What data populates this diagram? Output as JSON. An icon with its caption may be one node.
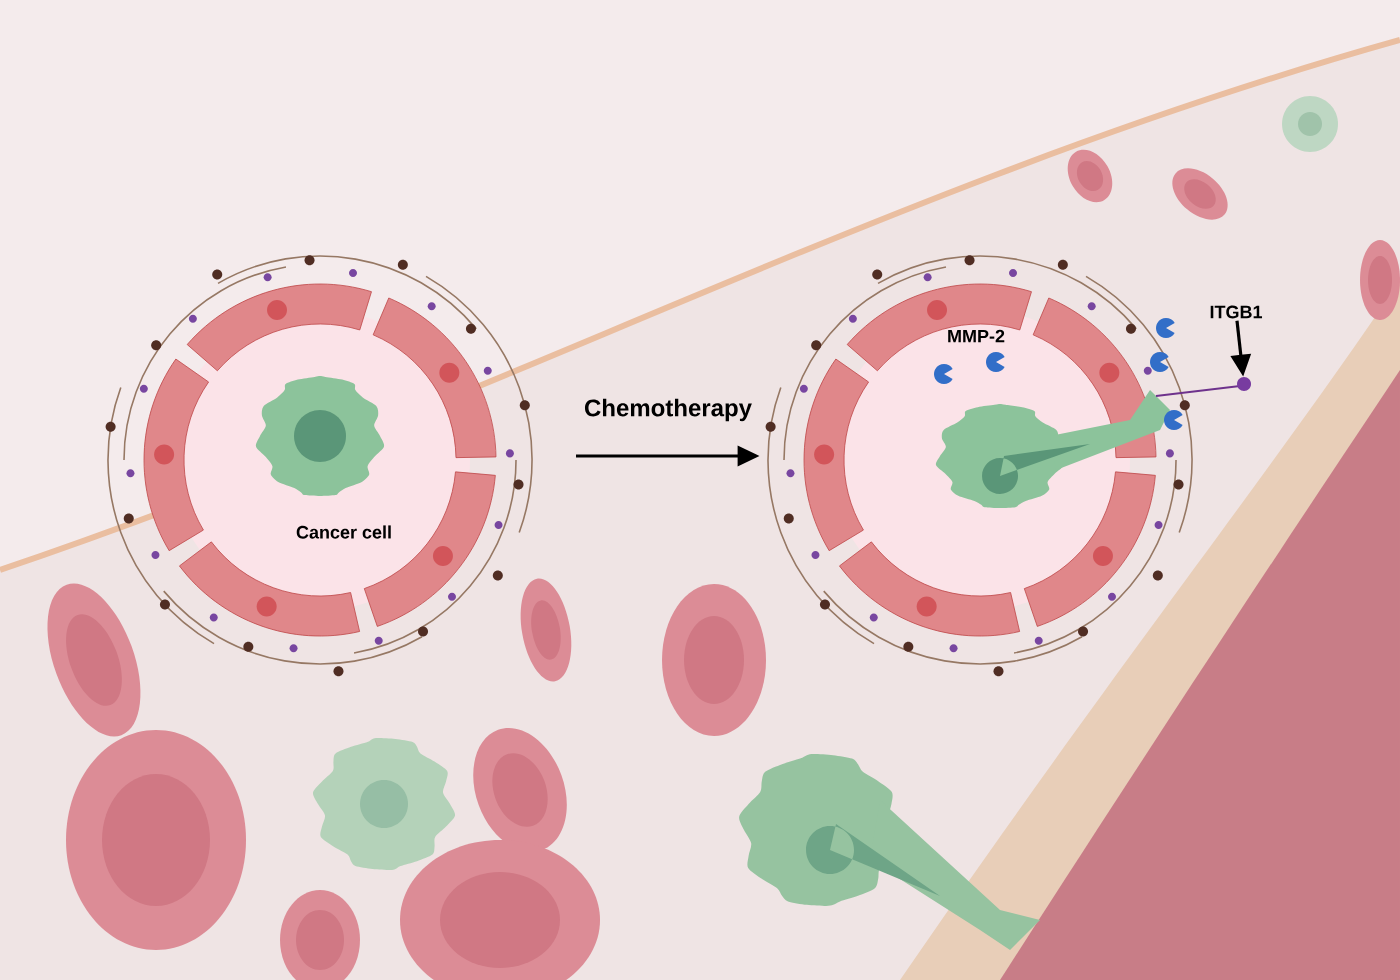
{
  "diagram": {
    "nodes": [
      {
        "text": [],
        "shape": "picture"
      },
      {
        "text": [],
        "shape": "picture"
      },
      {
        "text": [
          "ITGB1"
        ]
      },
      {
        "text": [],
        "shape": "picture"
      }
    ],
    "edges": [
      {
        "from": 0,
        "to": 1,
        "arrow": "to",
        "label": "Chemotherapy"
      },
      {
        "from": 2,
        "to": 3,
        "arrow": "to"
      }
    ],
    "labels": [
      "Cancer cell",
      "MMP-2"
    ]
  }
}
